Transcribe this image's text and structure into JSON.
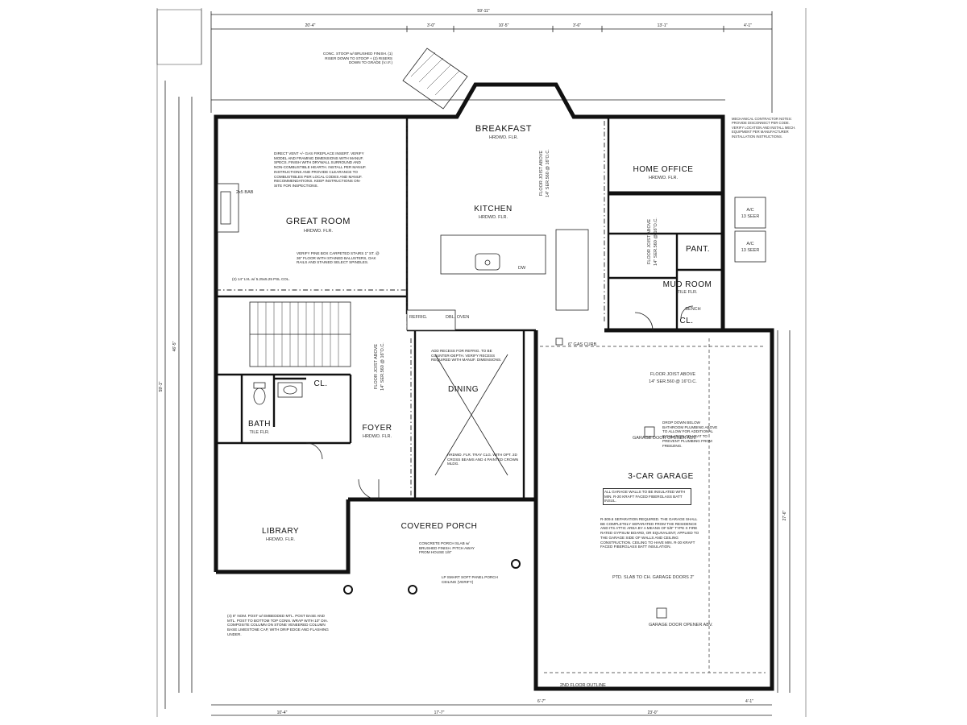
{
  "overall_dims": {
    "top_total": "59'-11\"",
    "top_segments": [
      "20'-4\"",
      "3'-0\"",
      "10'-5\"",
      "3'-6\"",
      "13'-1\"",
      "4'-1\""
    ],
    "bottom_segments": [
      "10'-4\"",
      "17'-7\"",
      "6'-7\"",
      "23'-0\"",
      "4'-1\""
    ],
    "left_total": "59'-1\"",
    "left_mid": "46'-5\"",
    "right_side": "27'-6\""
  },
  "rooms": {
    "great_room": {
      "name": "GREAT ROOM",
      "floor": "HRDWD. FLR."
    },
    "breakfast": {
      "name": "BREAKFAST",
      "floor": "HRDWD. FLR."
    },
    "kitchen": {
      "name": "KITCHEN",
      "floor": "HRDWD. FLR."
    },
    "home_office": {
      "name": "HOME OFFICE",
      "floor": "HRDWD. FLR."
    },
    "pantry": {
      "name": "PANT."
    },
    "mud_room": {
      "name": "MUD ROOM",
      "floor": "TILE FLR."
    },
    "closet_mud": {
      "name": "CL."
    },
    "dining": {
      "name": "DINING",
      "floor": "HRDWD. FLR."
    },
    "foyer": {
      "name": "FOYER",
      "floor": "HRDWD. FLR."
    },
    "bath": {
      "name": "BATH",
      "floor": "TILE FLR."
    },
    "closet_bath": {
      "name": "CL."
    },
    "library": {
      "name": "LIBRARY",
      "floor": "HRDWD. FLR."
    },
    "covered_porch": {
      "name": "COVERED PORCH"
    },
    "garage": {
      "name": "3-CAR GARAGE"
    }
  },
  "equipment": {
    "ac1": {
      "name": "A/C",
      "spec": "13 SEER"
    },
    "ac2": {
      "name": "A/C",
      "spec": "13 SEER"
    }
  },
  "labels": {
    "floor_joist_above": "FLOOR JOIST ABOVE",
    "joist_spec": "14\" SER.560 @ 16\"O.C.",
    "refrig": "REFRIG.",
    "oven": "DBL. OVEN",
    "gas_curb": "6\" GAS CURB",
    "bench": "BENCH",
    "garage_door_opener": "GARAGE DOOR OPENER ABV.",
    "second_floor_outline": "2ND FLOOR OUTLINE",
    "fireplace": "2x5 BAB",
    "sink_dw": "DW",
    "conc_stoop": "CONC. STOOP w/ BRUSHED FINISH. (1) RISER DOWN TO STOOP + (2) RISERS DOWN TO GRADE (V.I.F.)",
    "fireplace_note": "DIRECT VENT +/- GAS FIREPLACE INSERT. VERIFY MODEL AND FRAMING DIMENSIONS WITH MANUF. SPECS. FINISH WITH DRYWALL SURROUND AND NON-COMBUSTIBLE HEARTH. INSTALL PER MANUF. INSTRUCTIONS AND PROVIDE CLEARANCE TO COMBUSTIBLES PER LOCAL CODES AND MANUF. RECOMMENDATIONS. KEEP INSTRUCTIONS ON-SITE FOR INSPECTIONS.",
    "stair_note": "VERIFY PINE BOX CARPETED STAIRS 1\" ST. @ 36\" FLOOR WITH STAINED BALUSTERS, OAK RAILS AND STAINED SELECT SPINDLES.",
    "beam_note": "(2) 14\" LVL w/ 5.25x5.25 PSL COL.",
    "refrig_note": "ADD RECESS FOR REFRIG. TO BE COUNTER-DEPTH. VERIFY RECESS REQUIRED WITH MANUF. DIMENSIONS.",
    "dining_note": "HRDWD. FLR. TRAY CLG. WITH OPT. 2D CROSS BEAMS AND 4 PAINTED CROWN MLDG.",
    "garage_wall_note": "ALL GARAGE WALLS TO BE INSULATED WITH MIN. R-20 KRAFT FACED FIBERGLASS BATT INSUL.",
    "separation_note": "R-309.6 SEPARATION REQUIRED. THE GARAGE SHALL BE COMPLETELY SEPARATED FROM THE RESIDENCE AND ITS ATTIC AREA BY A MEANS OF 5/8\" TYPE X FIRE RATED GYPSUM BOARD, OR EQUIVALENT, APPLIED TO THE GARAGE SIDE OF WALLS AND CEILING CONSTRUCTION. CEILING TO HAVE MIN. R-30 KRAFT FACED FIBERGLASS BATT INSULATION.",
    "drop_down_note": "DROP DOWN BELOW BATHROOM PLUMBING ABOVE TO ALLOW FOR ADDITIONAL INSULATION OR HEAT TO PREVENT PLUMBING FROM FREEZING.",
    "ptd_slab": "PTD. SLAB TO CH. GARAGE DOORS 2\"",
    "porch_note": "CONCRETE PORCH SLAB w/ BRUSHED FINISH. PITCH AWAY FROM HOUSE 1/8\"",
    "porch_ceiling": "LP SMART SOFT PANEL PORCH CEILING (VERIFY)",
    "column_note": "(4) 8\" NOM. POST w/ EMBEDDED MTL. POST BASE AND MTL. POST TO BOTTOM TOP CONN. WRAP WITH 10\" DIA. COMPOSITE COLUMN ON STONE VENEERED COLUMN BASE LIMESTONE CAP, WITH DRIP EDGE AND FLASHING UNDER.",
    "mech_note": "MECHANICAL CONTRACTOR NOTES: PROVIDE DISCONNECT PER CODE. VERIFY LOCATION AND INSTALL MECH. EQUIPMENT PER MANUFACTURER INSTALLATION INSTRUCTIONS."
  }
}
